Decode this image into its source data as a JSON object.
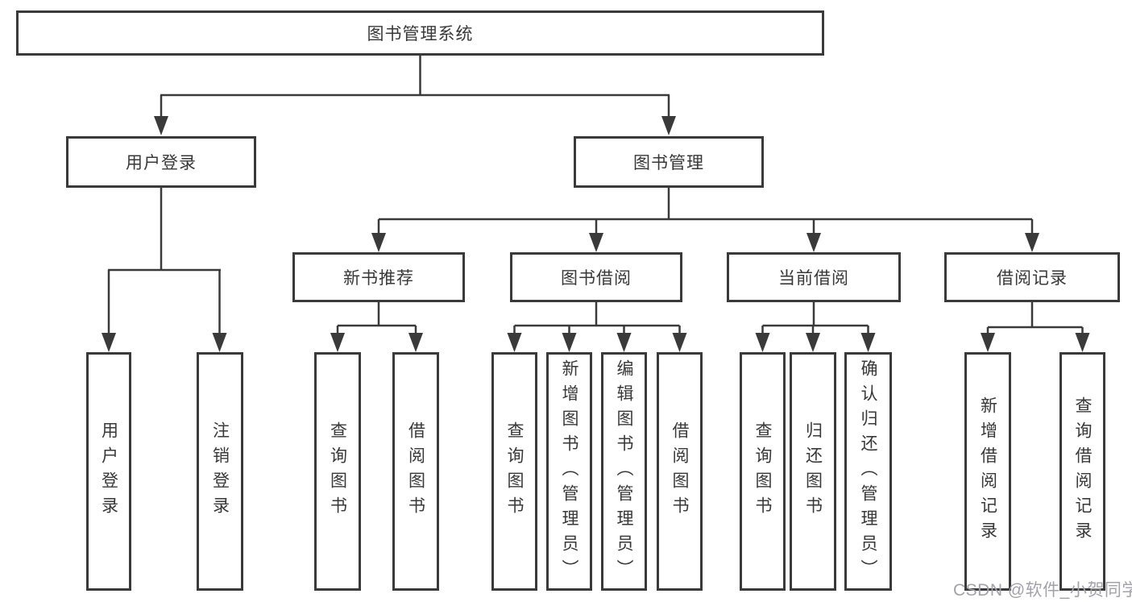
{
  "meta": {
    "background_color": "#ffffff",
    "line_color": "#3a3a3a",
    "box_border_color": "#3a3a3a",
    "text_color": "#383838",
    "watermark_color": "#a2a2ac"
  },
  "tree": {
    "root": {
      "label": "图书管理系统",
      "children": [
        {
          "label": "用户登录",
          "children": [
            {
              "label": "用户登录"
            },
            {
              "label": "注销登录"
            }
          ]
        },
        {
          "label": "图书管理",
          "children": [
            {
              "label": "新书推荐",
              "children": [
                {
                  "label": "查询图书"
                },
                {
                  "label": "借阅图书"
                }
              ]
            },
            {
              "label": "图书借阅",
              "children": [
                {
                  "label": "查询图书"
                },
                {
                  "label": "新增图书（管理员）"
                },
                {
                  "label": "编辑图书（管理员）"
                },
                {
                  "label": "借阅图书"
                }
              ]
            },
            {
              "label": "当前借阅",
              "children": [
                {
                  "label": "查询图书"
                },
                {
                  "label": "归还图书"
                },
                {
                  "label": "确认归还（管理员）"
                }
              ]
            },
            {
              "label": "借阅记录",
              "children": [
                {
                  "label": "新增借阅记录"
                },
                {
                  "label": "查询借阅记录"
                }
              ]
            }
          ]
        }
      ]
    }
  },
  "watermark": {
    "text": "CSDN @软件_小贺同学"
  }
}
